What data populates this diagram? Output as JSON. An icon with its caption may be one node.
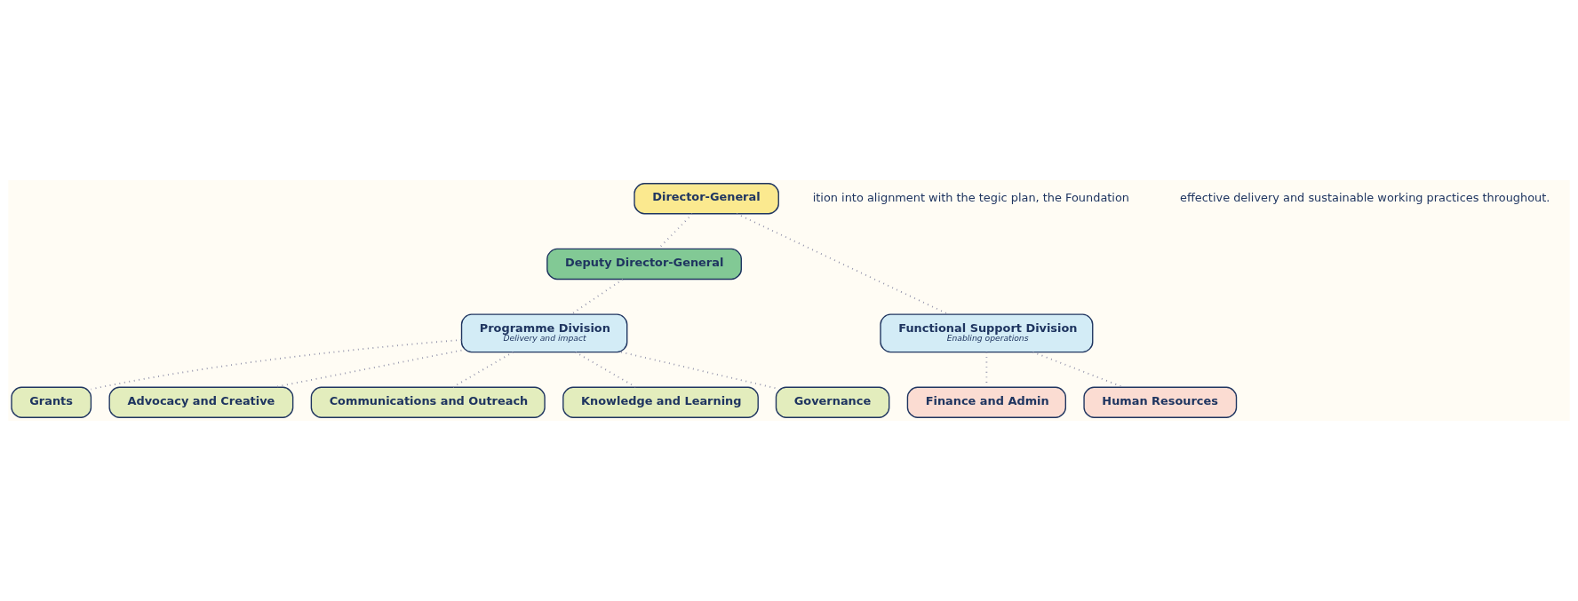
{
  "diagram": {
    "nodes": [
      {
        "text": [
          "Director-General"
        ]
      },
      {
        "text": [
          "Deputy Director-General"
        ]
      },
      {
        "text": [
          "Programme Division",
          "Delivery and impact"
        ]
      },
      {
        "text": [
          "Functional Support Division",
          "Enabling operations"
        ]
      },
      {
        "text": [
          "Grants"
        ]
      },
      {
        "text": [
          "Advocacy and Creative"
        ]
      },
      {
        "text": [
          "Communications and Outreach"
        ]
      },
      {
        "text": [
          "Knowledge and Learning"
        ]
      },
      {
        "text": [
          "Governance"
        ]
      },
      {
        "text": [
          "Finance and Admin"
        ]
      },
      {
        "text": [
          "Human Resources"
        ]
      }
    ],
    "edges": [
      {
        "from": 0,
        "to": 1,
        "arrow": "none"
      },
      {
        "from": 0,
        "to": 3,
        "arrow": "none"
      },
      {
        "from": 1,
        "to": 2,
        "arrow": "none"
      },
      {
        "from": 2,
        "to": 4,
        "arrow": "none"
      },
      {
        "from": 2,
        "to": 5,
        "arrow": "none"
      },
      {
        "from": 2,
        "to": 6,
        "arrow": "none"
      },
      {
        "from": 2,
        "to": 7,
        "arrow": "none"
      },
      {
        "from": 2,
        "to": 8,
        "arrow": "none"
      },
      {
        "from": 3,
        "to": 9,
        "arrow": "none"
      },
      {
        "from": 3,
        "to": 10,
        "arrow": "none"
      }
    ],
    "labels": [
      "ition into alignment with the tegic plan, the Foundation",
      "effective delivery and sustainable working practices throughout."
    ]
  }
}
